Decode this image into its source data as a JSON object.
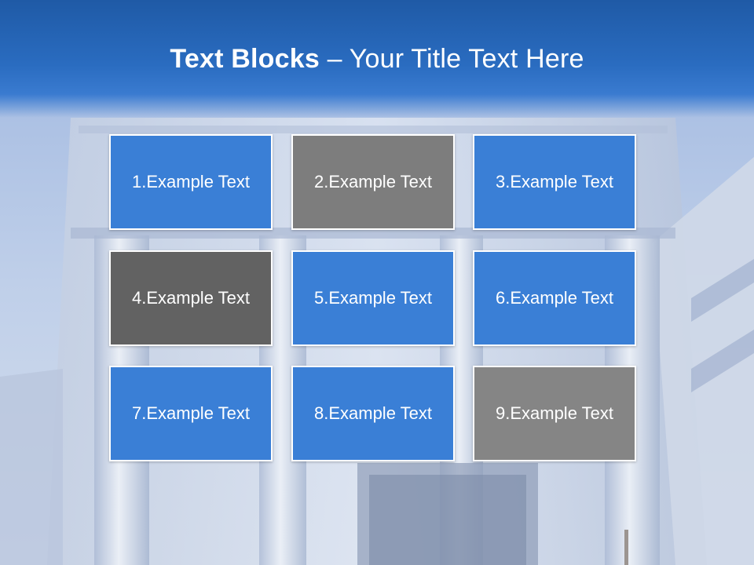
{
  "title": {
    "bold": "Text Blocks",
    "separator": "–",
    "rest": "Your Title Text Here"
  },
  "blocks": [
    {
      "label": "1.Example Text",
      "color": "#3a7fd6"
    },
    {
      "label": "2.Example Text",
      "color": "#7d7d7d"
    },
    {
      "label": "3.Example Text",
      "color": "#3a7fd6"
    },
    {
      "label": "4.Example Text",
      "color": "#626262"
    },
    {
      "label": "5.Example Text",
      "color": "#3a7fd6"
    },
    {
      "label": "6.Example Text",
      "color": "#3a7fd6"
    },
    {
      "label": "7.Example Text",
      "color": "#3a7fd6"
    },
    {
      "label": "8.Example Text",
      "color": "#3a7fd6"
    },
    {
      "label": "9.Example Text",
      "color": "#858585"
    }
  ],
  "theme": {
    "header_blue": "#1f5aa6",
    "block_border": "#ffffff"
  }
}
